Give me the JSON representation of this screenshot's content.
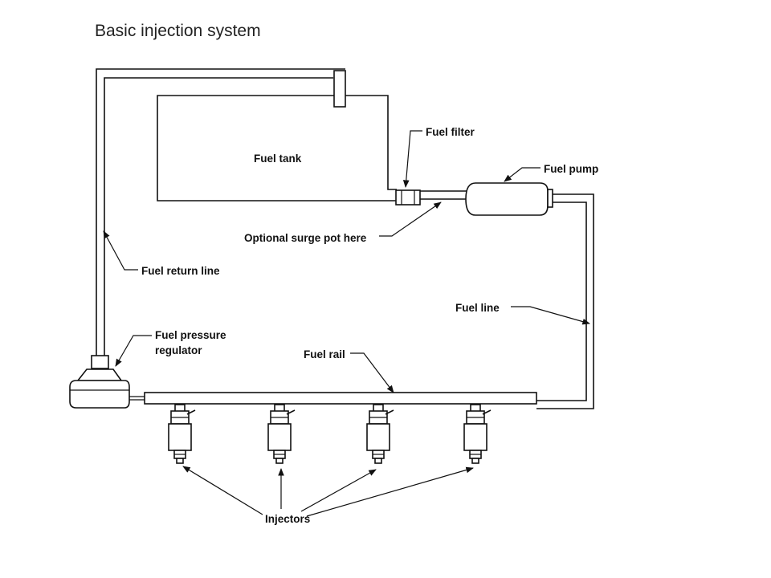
{
  "title": "Basic injection system",
  "labels": {
    "fuel_tank": "Fuel tank",
    "fuel_filter": "Fuel filter",
    "fuel_pump": "Fuel pump",
    "surge_pot": "Optional surge pot here",
    "return_line": "Fuel return line",
    "regulator_line1": "Fuel pressure",
    "regulator_line2": "regulator",
    "fuel_line": "Fuel line",
    "fuel_rail": "Fuel rail",
    "injectors": "Injectors"
  },
  "colors": {
    "ink": "#111111",
    "background": "#ffffff"
  }
}
